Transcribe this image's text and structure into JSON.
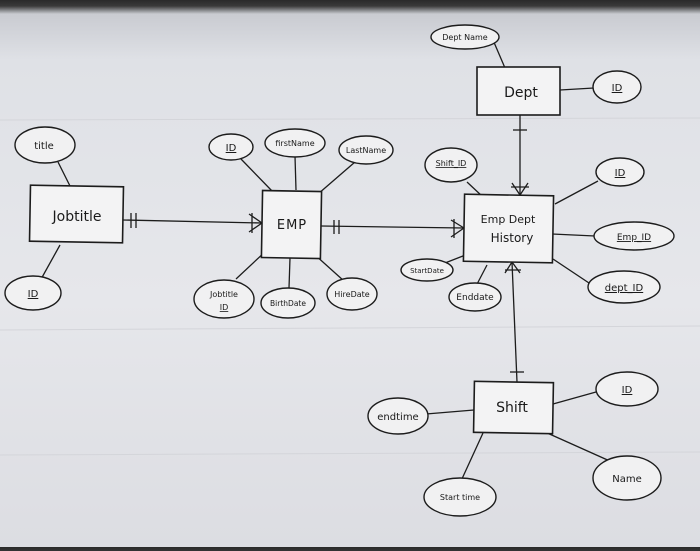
{
  "entities": {
    "jobtitle": "Jobtitle",
    "emp": "EMP",
    "dept": "Dept",
    "empdept_line1": "Emp Dept",
    "empdept_line2": "History",
    "shift": "Shift"
  },
  "attributes": {
    "title": "title",
    "jobtitle_id": "ID",
    "emp_id": "ID",
    "first_name": "firstName",
    "last_name": "LastName",
    "jobtitle_fk_line1": "Jobtitle",
    "jobtitle_fk_line2": "ID",
    "birth_date": "BirthDate",
    "hire_date": "HireDate",
    "dept_name": "Dept Name",
    "dept_id": "ID",
    "shift_id": "Shift_ID",
    "history_id": "ID",
    "emp_id_fk": "Emp_ID",
    "dept_id_fk": "dept_ID",
    "start_date": "StartDate",
    "end_date": "Enddate",
    "shift_pk_id": "ID",
    "shift_endtime": "endtime",
    "shift_name": "Name",
    "shift_starttime": "Start time"
  }
}
